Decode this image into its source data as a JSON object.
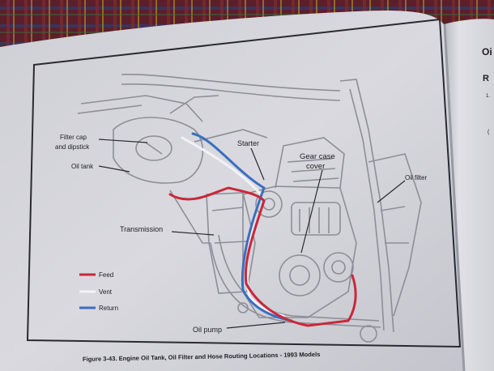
{
  "figure": {
    "caption": "Figure 3-43. Engine Oil Tank, Oil Filter and Hose Routing Locations - 1993 Models",
    "labels": {
      "filter_cap_line1": "Filter cap",
      "filter_cap_line2": "and dipstick",
      "oil_tank": "Oil tank",
      "starter": "Starter",
      "gear_case_line1": "Gear case",
      "gear_case_line2": "cover",
      "oil_filter": "Oil filter",
      "transmission": "Transmission",
      "oil_pump": "Oil pump"
    },
    "legend": [
      {
        "label": "Feed",
        "color": "#c8283a"
      },
      {
        "label": "Vent",
        "color": "#f4f4f6"
      },
      {
        "label": "Return",
        "color": "#3a6fc0"
      }
    ]
  },
  "facing_page": {
    "fragments": [
      "Oi",
      "R",
      "1.",
      "("
    ]
  },
  "colors": {
    "tablecloth": "#5a1f2a",
    "paper": "#d6d6dc",
    "feed": "#c8283a",
    "return": "#3a6fc0"
  }
}
